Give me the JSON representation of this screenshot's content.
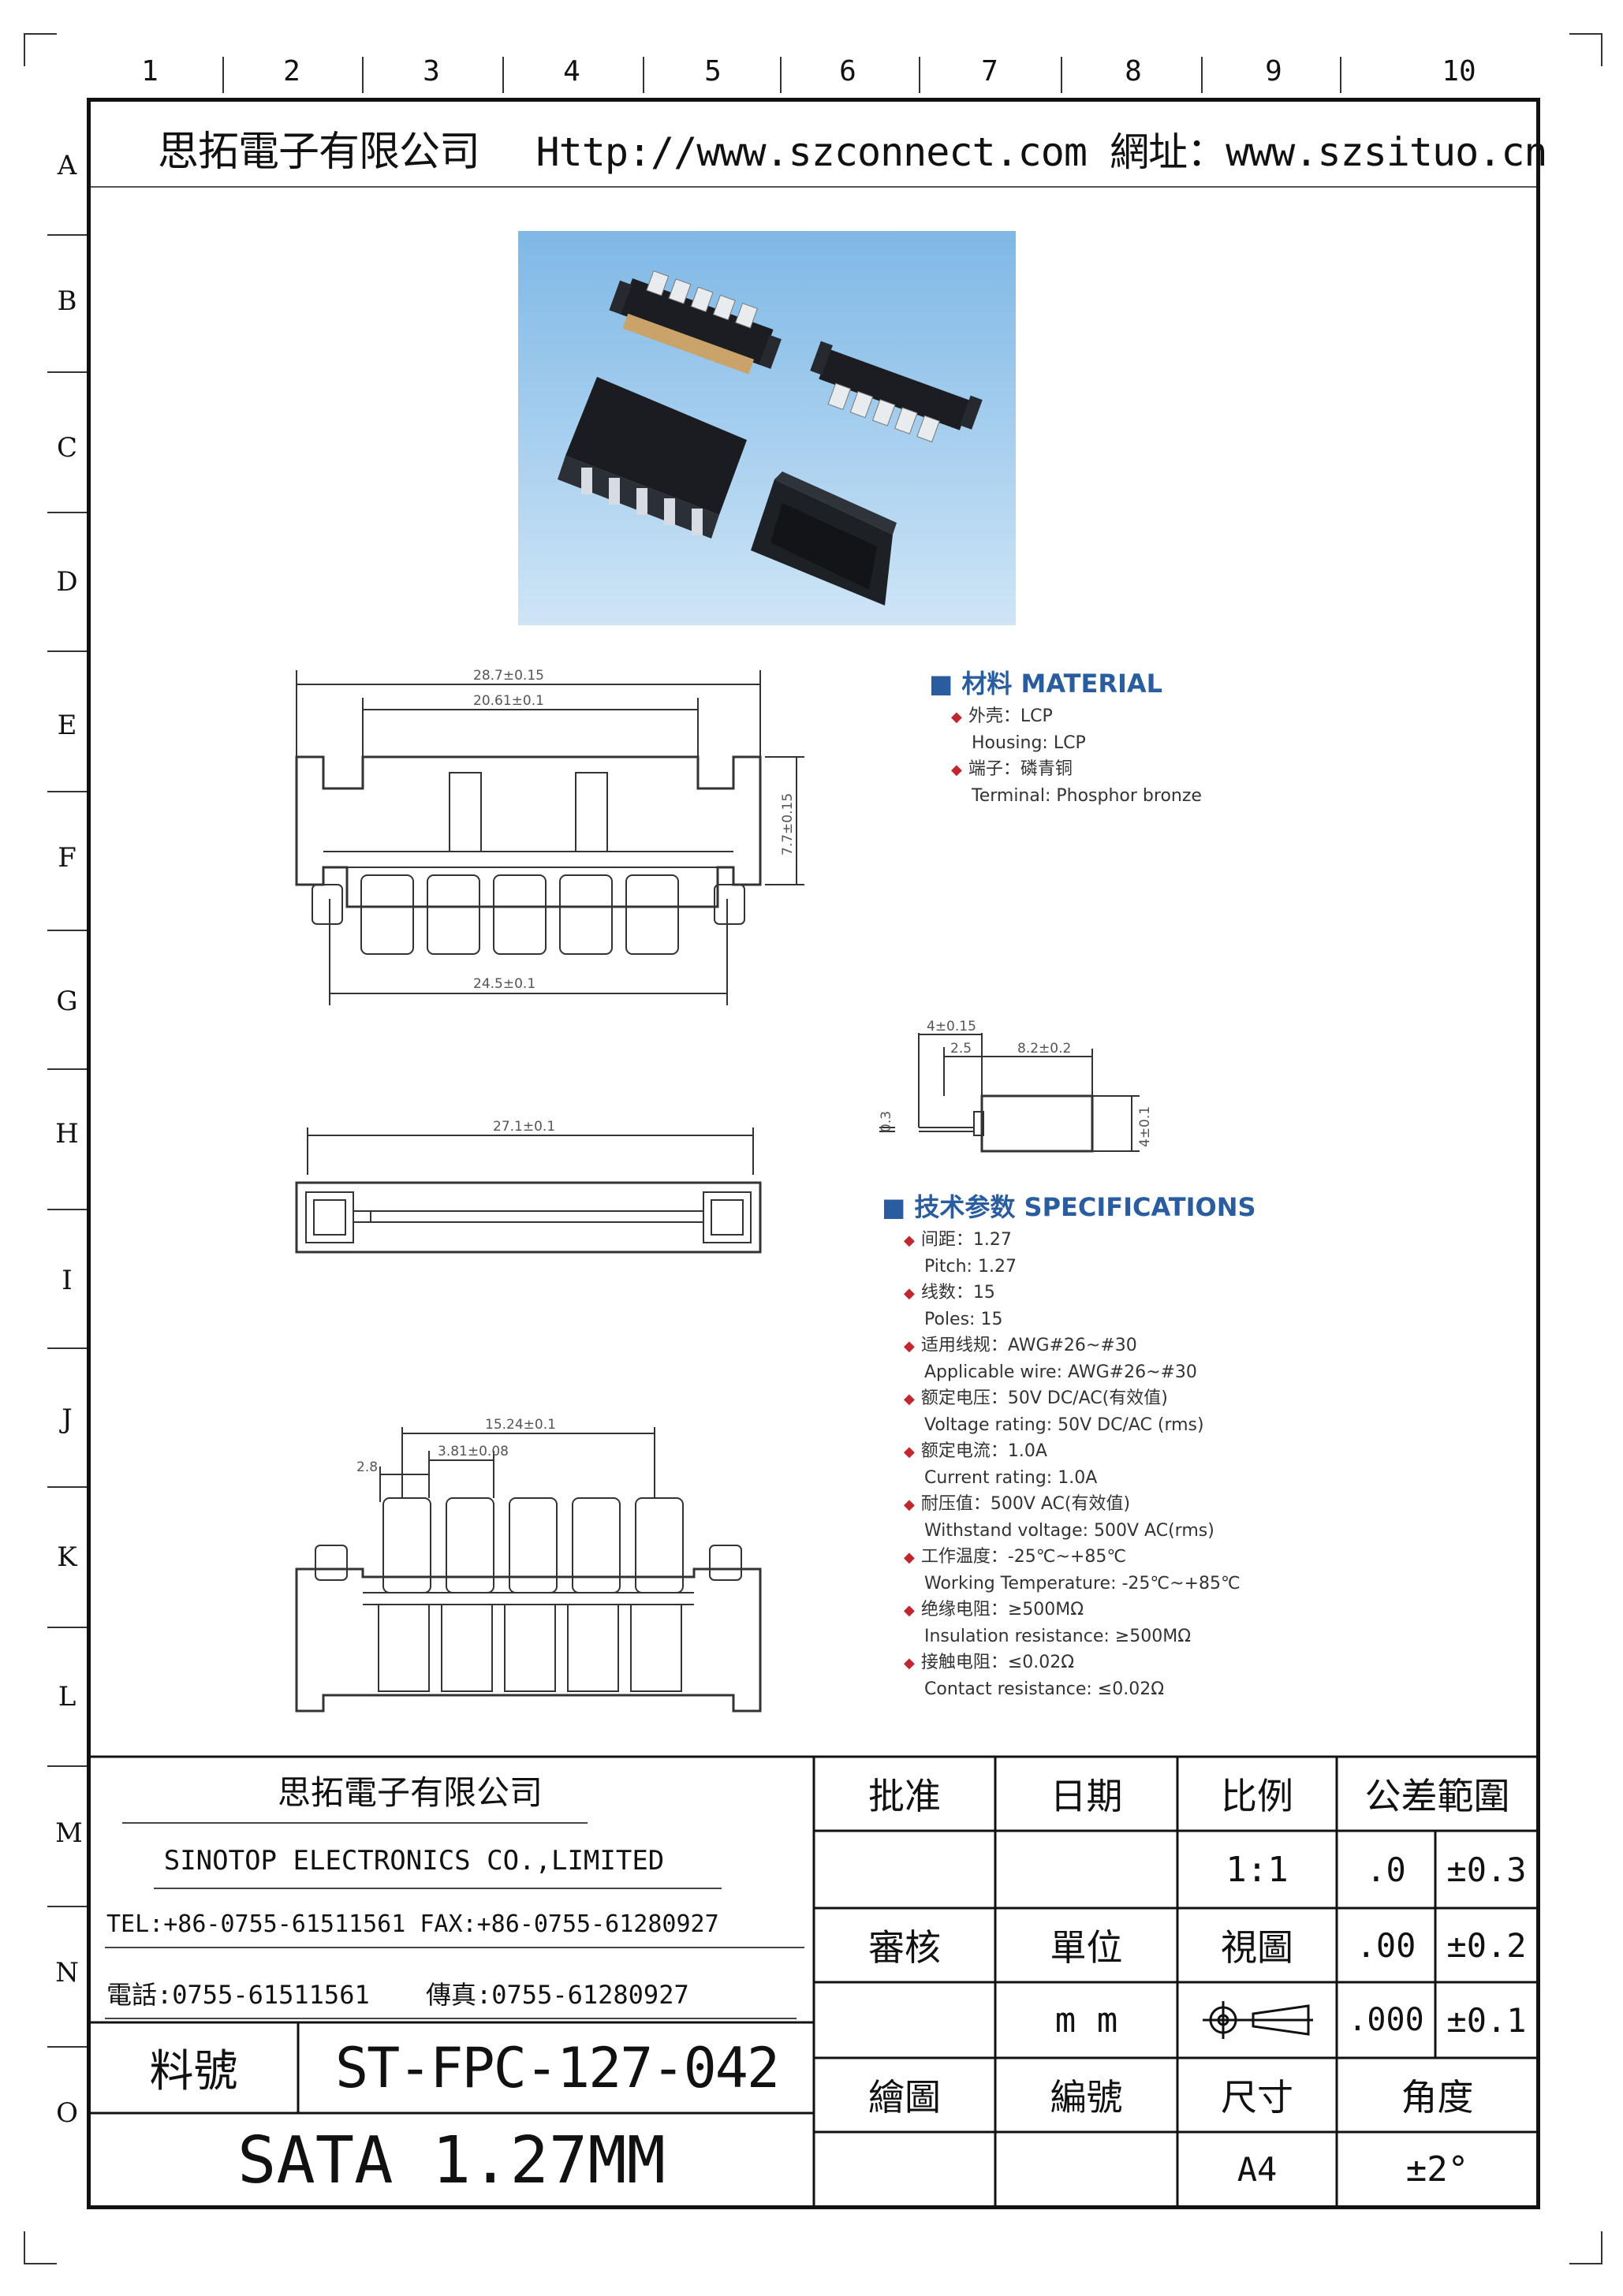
{
  "columns": [
    "1",
    "2",
    "3",
    "4",
    "5",
    "6",
    "7",
    "8",
    "9",
    "10"
  ],
  "rows": [
    "A",
    "B",
    "C",
    "D",
    "E",
    "F",
    "G",
    "H",
    "I",
    "J",
    "K",
    "L",
    "M",
    "N",
    "O"
  ],
  "header": {
    "company": "思拓電子有限公司",
    "url_text": "Http://www.szconnect.com 網址：www.szsituo.cn"
  },
  "material": {
    "title": "■ 材料 MATERIAL",
    "lines": [
      "外壳：LCP",
      "Housing: LCP",
      "端子：磷青铜",
      "Terminal: Phosphor bronze"
    ]
  },
  "specifications": {
    "title": "■ 技术参数 SPECIFICATIONS",
    "items": [
      {
        "cn": "间距：1.27",
        "en": "Pitch: 1.27"
      },
      {
        "cn": "线数：15",
        "en": "Poles: 15"
      },
      {
        "cn": "适用线规：AWG#26~#30",
        "en": "Applicable wire: AWG#26~#30"
      },
      {
        "cn": "额定电压：50V DC/AC(有效值)",
        "en": "Voltage rating: 50V DC/AC (rms)"
      },
      {
        "cn": "额定电流：1.0A",
        "en": "Current rating: 1.0A"
      },
      {
        "cn": "耐压值：500V AC(有效值)",
        "en": "Withstand voltage: 500V AC(rms)"
      },
      {
        "cn": "工作温度：-25℃~+85℃",
        "en": "Working Temperature: -25℃~+85℃"
      },
      {
        "cn": "绝缘电阻：≥500MΩ",
        "en": "Insulation resistance: ≥500MΩ"
      },
      {
        "cn": "接触电阻：≤0.02Ω",
        "en": "Contact resistance: ≤0.02Ω"
      }
    ]
  },
  "dims": {
    "top_overall": "28.7±0.15",
    "top_inner": "20.61±0.1",
    "top_height": "7.7±0.15",
    "top_bottom": "24.5±0.1",
    "side_a": "4±0.15",
    "side_b": "2.5",
    "side_c": "8.2±0.2",
    "side_d": "0.3",
    "side_e": "4±0.1",
    "mid_width": "27.1±0.1",
    "bot_span": "15.24±0.1",
    "bot_pitch": "3.81±0.08",
    "bot_offset": "2.8"
  },
  "titleblock": {
    "company_cn": "思拓電子有限公司",
    "company_en": "SINOTOP ELECTRONICS CO.,LIMITED",
    "tel_fax": "TEL:+86-0755-61511561 FAX:+86-0755-61280927",
    "phone_cn": "電話:0755-61511561",
    "fax_cn": "傳真:0755-61280927",
    "part_label": "料號",
    "part_no": "ST-FPC-127-042",
    "product": "SATA 1.27MM",
    "approve": "批准",
    "date": "日期",
    "scale_label": "比例",
    "tolerance": "公差範圍",
    "scale": "1:1",
    "tol1_prec": ".0",
    "tol1": "±0.3",
    "review": "審核",
    "unit_label": "單位",
    "view_label": "視圖",
    "tol2_prec": ".00",
    "tol2": "±0.2",
    "unit": "m m",
    "tol3_prec": ".000",
    "tol3": "±0.1",
    "drawn": "繪圖",
    "number": "編號",
    "size_label": "尺寸",
    "angle_label": "角度",
    "size": "A4",
    "angle": "±2°"
  }
}
